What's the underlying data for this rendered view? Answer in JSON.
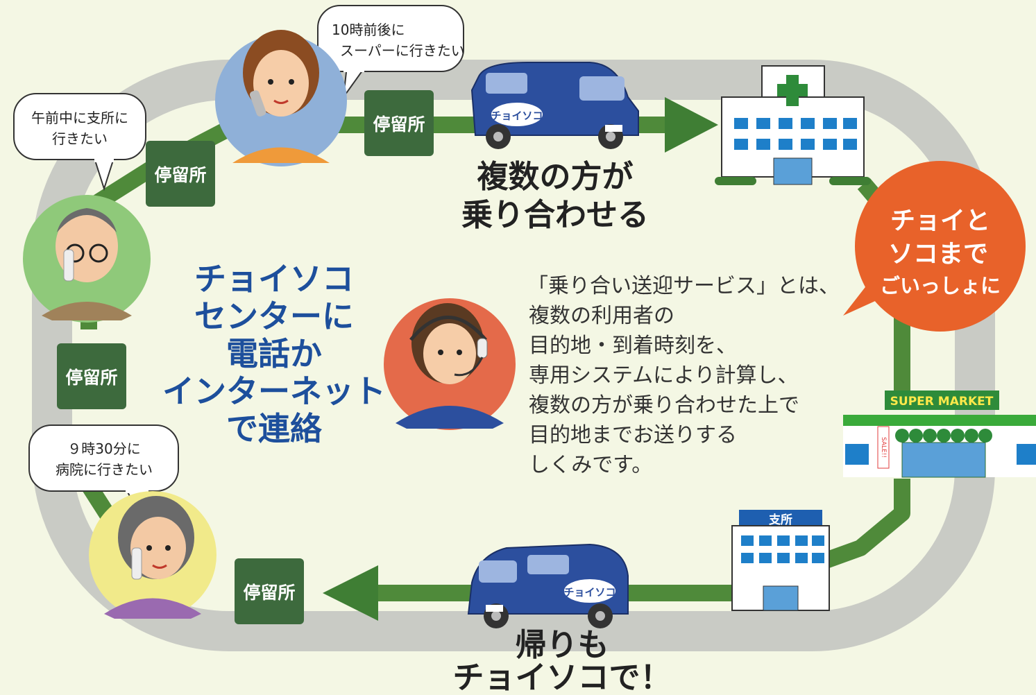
{
  "stops": [
    "停留所",
    "停留所",
    "停留所",
    "停留所"
  ],
  "bubbles": {
    "supermarket_woman": [
      "10時前後に",
      "スーパーに行きたい"
    ],
    "branch_man": [
      "午前中に支所に",
      "行きたい"
    ],
    "hospital_woman": [
      "９時30分に",
      "病院に行きたい"
    ]
  },
  "headline_top": [
    "複数の方が",
    "乗り合わせる"
  ],
  "center_left": [
    "チョイソコ",
    "センターに",
    "電話か",
    "インターネット",
    "で連絡"
  ],
  "center_right": [
    "「乗り合い送迎サービス」とは、",
    "複数の利用者の",
    "目的地・到着時刻を、",
    "専用システムにより計算し、",
    "複数の方が乗り合わせた上で",
    "目的地までお送りする",
    "しくみです。"
  ],
  "badge": [
    "チョイと",
    "ソコまで",
    "ごいっしょに"
  ],
  "headline_bottom": [
    "帰りも",
    "チョイソコで！"
  ],
  "van_logo": "チョイソコ",
  "supermarket_sign": "SUPER MARKET",
  "sale_tag": "SALE!!",
  "branch_sign": "支所",
  "colors": {
    "road": "#c9cbc5",
    "stop_green": "#3f6f3f",
    "arrow_green": "#4f8a3a",
    "badge_orange": "#e8622a",
    "van_blue": "#2c4f9e",
    "headline_blue": "#1d4f9c"
  }
}
